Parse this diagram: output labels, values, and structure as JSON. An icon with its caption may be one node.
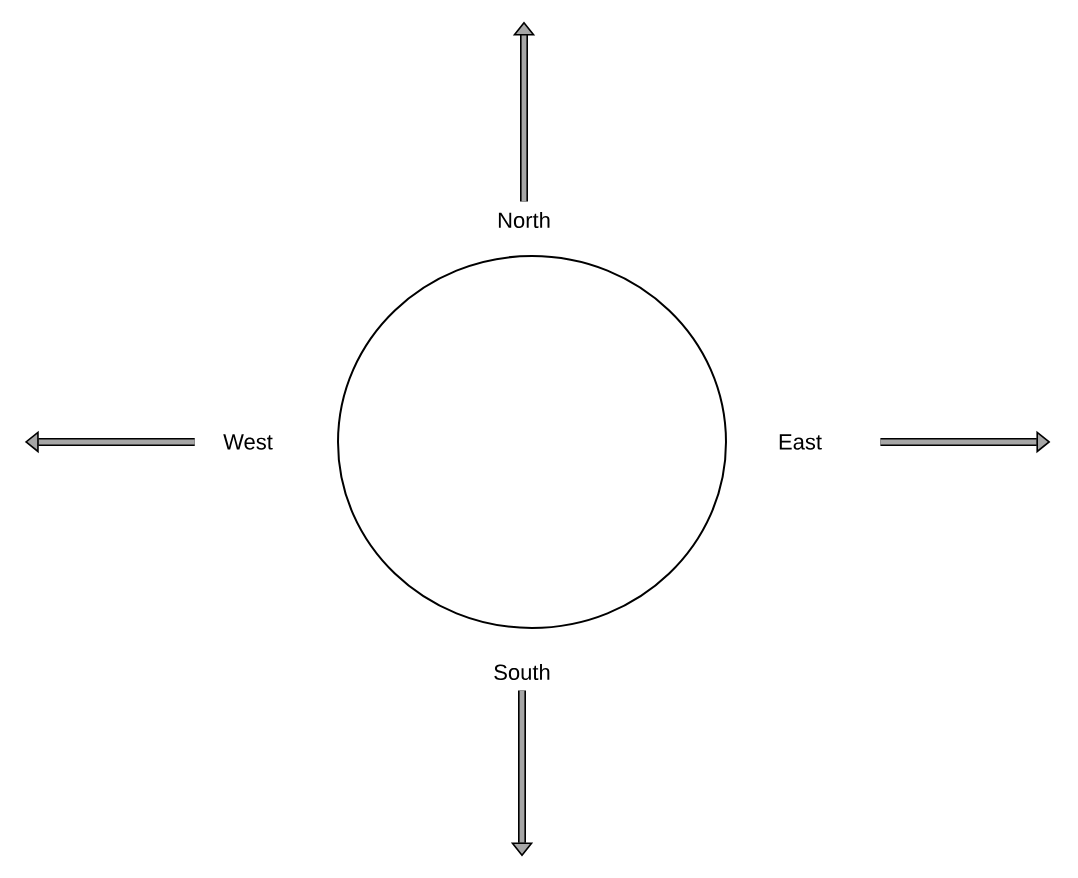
{
  "diagram": {
    "nodes": [
      {
        "text": [],
        "shape": "circle"
      },
      {
        "text": [
          "North"
        ]
      },
      {
        "text": [
          "West"
        ]
      },
      {
        "text": [
          "East"
        ]
      },
      {
        "text": [
          "South"
        ]
      }
    ],
    "edges": [
      {
        "from": 1,
        "to": null,
        "arrow": "to"
      },
      {
        "from": 2,
        "to": null,
        "arrow": "to"
      },
      {
        "from": 3,
        "to": null,
        "arrow": "to"
      },
      {
        "from": 4,
        "to": null,
        "arrow": "to"
      }
    ]
  }
}
